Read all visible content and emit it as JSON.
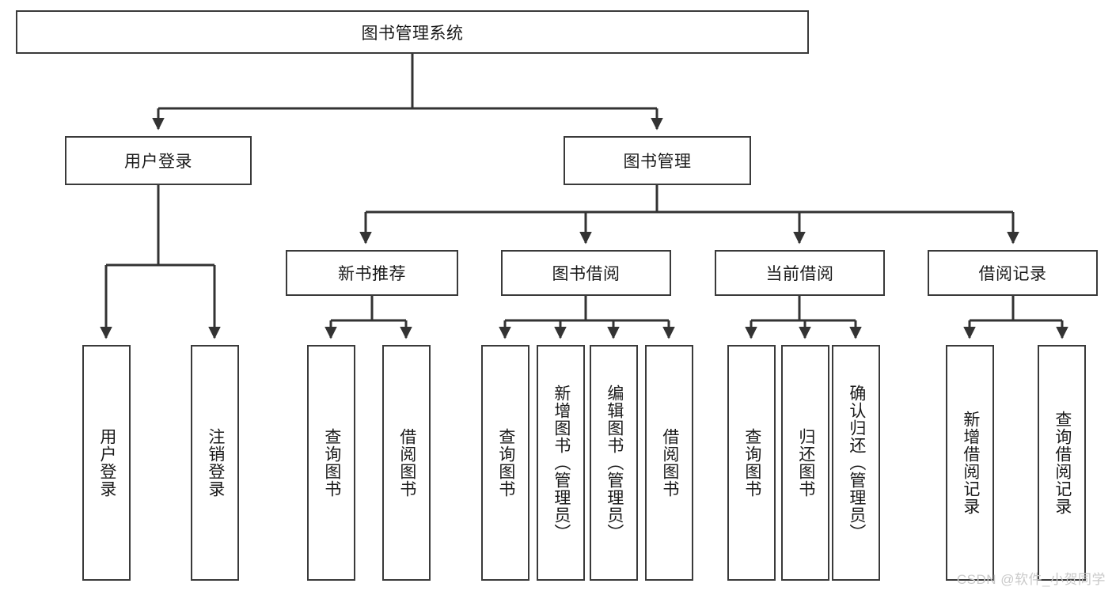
{
  "diagram": {
    "title": "图书管理系统",
    "root": {
      "label": "图书管理系统"
    },
    "level1": [
      {
        "label": "用户登录"
      },
      {
        "label": "图书管理"
      }
    ],
    "level2": [
      {
        "label": "新书推荐"
      },
      {
        "label": "图书借阅"
      },
      {
        "label": "当前借阅"
      },
      {
        "label": "借阅记录"
      }
    ],
    "leaves": {
      "user_login": [
        {
          "label": "用户登录"
        },
        {
          "label": "注销登录"
        }
      ],
      "new_book_recommend": [
        {
          "label": "查询图书"
        },
        {
          "label": "借阅图书"
        }
      ],
      "book_borrow": [
        {
          "label": "查询图书"
        },
        {
          "label": "新增图书（管理员）"
        },
        {
          "label": "编辑图书（管理员）"
        },
        {
          "label": "借阅图书"
        }
      ],
      "current_borrow": [
        {
          "label": "查询图书"
        },
        {
          "label": "归还图书"
        },
        {
          "label": "确认归还（管理员）"
        }
      ],
      "borrow_record": [
        {
          "label": "新增借阅记录"
        },
        {
          "label": "查询借阅记录"
        }
      ]
    }
  },
  "watermark": {
    "text": "CSDN @软件_小贺同学"
  },
  "colors": {
    "border": "#3a3a3a",
    "edge": "#333333",
    "background": "#ffffff",
    "text": "#1a1a1a",
    "watermark": "#c9c9c9"
  }
}
